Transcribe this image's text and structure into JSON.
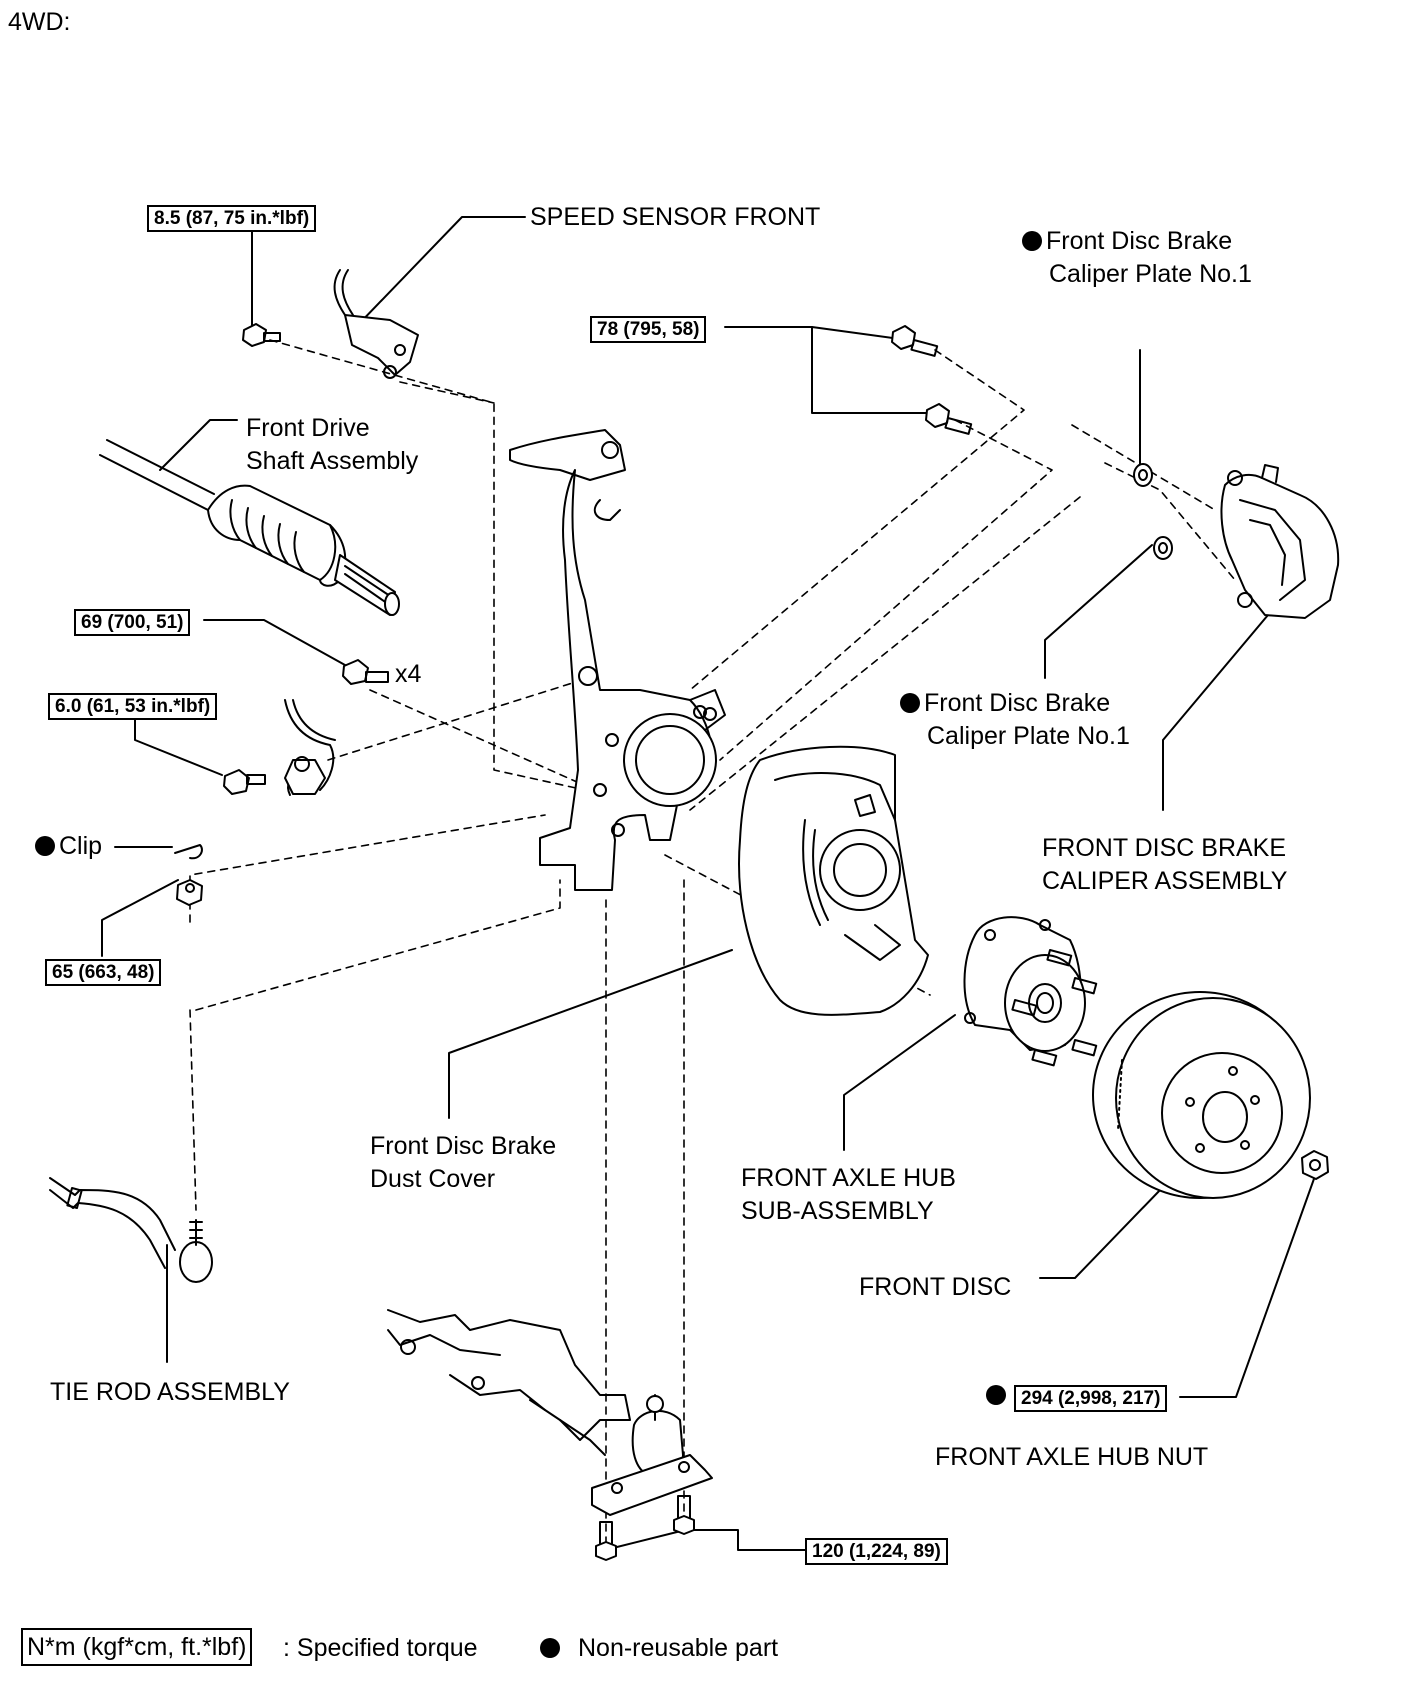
{
  "header": "4WD:",
  "parts": {
    "speed_sensor": "SPEED SENSOR FRONT",
    "caliper_plate_top": [
      "Front Disc Brake",
      "Caliper Plate No.1"
    ],
    "drive_shaft": [
      "Front Drive",
      "Shaft Assembly"
    ],
    "caliper_plate_mid": [
      "Front Disc Brake",
      "Caliper Plate No.1"
    ],
    "caliper_assembly": [
      "FRONT DISC BRAKE",
      "CALIPER ASSEMBLY"
    ],
    "clip": "Clip",
    "dust_cover": [
      "Front Disc Brake",
      "Dust Cover"
    ],
    "axle_hub": [
      "FRONT AXLE HUB",
      "SUB-ASSEMBLY"
    ],
    "front_disc": "FRONT DISC",
    "tie_rod": "TIE ROD ASSEMBLY",
    "hub_nut": "FRONT AXLE HUB NUT",
    "bolt_count": "x4"
  },
  "torques": {
    "speed_sensor_bolt": "8.5 (87, 75 in.*lbf)",
    "caliper_bolt": "78 (795, 58)",
    "drive_shaft_bolt": "69 (700, 51)",
    "harness_bolt": "6.0 (61, 53 in.*lbf)",
    "tie_rod_nut": "65 (663, 48)",
    "hub_nut": "294 (2,998, 217)",
    "lower_arm_bolt": "120 (1,224, 89)"
  },
  "legend": {
    "torque_unit": "N*m (kgf*cm, ft.*lbf)",
    "torque_desc": ": Specified torque",
    "nonreusable_desc": "Non-reusable part"
  },
  "colors": {
    "ink": "#000000",
    "paper": "#ffffff"
  },
  "icons": [
    "non-reusable-dot-icon"
  ]
}
